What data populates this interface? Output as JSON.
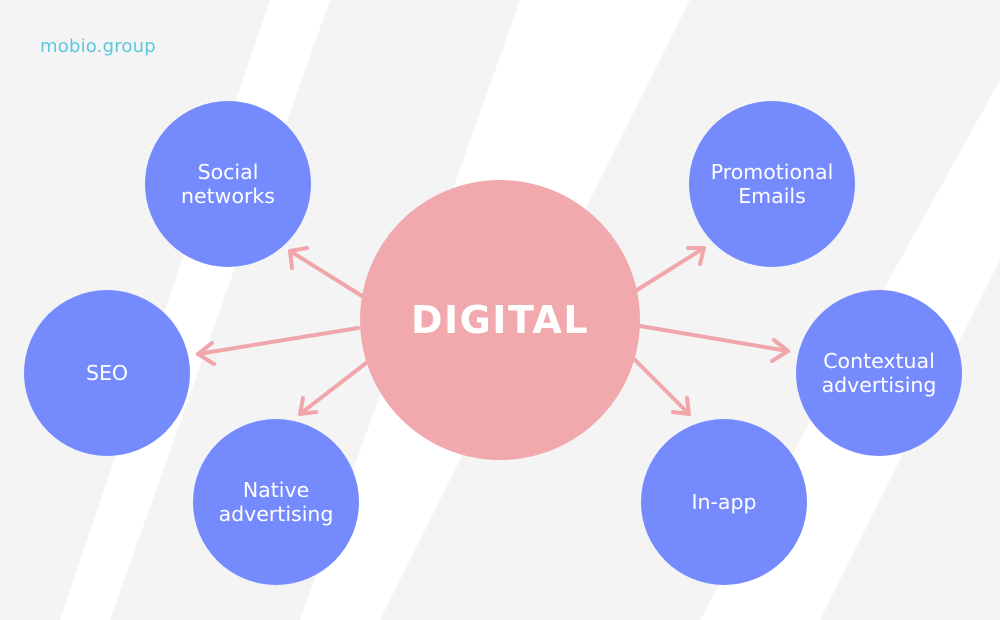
{
  "brand": "mobio.group",
  "center": {
    "label": "DIGITAL"
  },
  "nodes": [
    {
      "id": "social-networks",
      "label": "Social\nnetworks"
    },
    {
      "id": "seo",
      "label": "SEO"
    },
    {
      "id": "native-advertising",
      "label": "Native\nadvertising"
    },
    {
      "id": "promotional-emails",
      "label": "Promotional\nEmails"
    },
    {
      "id": "contextual-advertising",
      "label": "Contextual\nadvertising"
    },
    {
      "id": "in-app",
      "label": "In-app"
    }
  ],
  "colors": {
    "center": "#f1a9ad",
    "node": "#758bfd",
    "arrow": "#f0a6ab",
    "brand": "#5cc8dd",
    "background_stripes": "#f4f4f5"
  }
}
